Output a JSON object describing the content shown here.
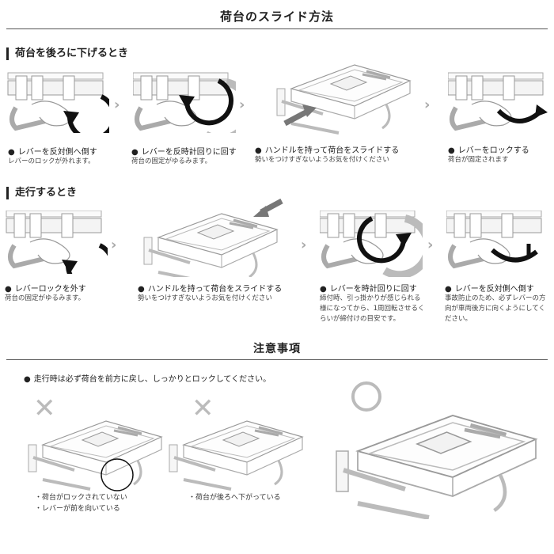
{
  "page_title": "荷台のスライド方法",
  "sections": [
    {
      "title": "荷台を後ろに下げるとき",
      "steps": [
        {
          "main": "レバーを反対側へ倒す",
          "sub": [
            "レバーのロックが外れます。"
          ]
        },
        {
          "main": "レバーを反時計回りに回す",
          "sub": [
            "荷台の固定がゆるみます。"
          ]
        },
        {
          "main": "ハンドルを持って荷台をスライドする",
          "sub": [
            "勢いをつけすぎないようお気を付けください"
          ]
        },
        {
          "main": "レバーをロックする",
          "sub": [
            "荷台が固定されます"
          ]
        }
      ]
    },
    {
      "title": "走行するとき",
      "steps": [
        {
          "main": "レバーロックを外す",
          "sub": [
            "荷台の固定がゆるみます。"
          ]
        },
        {
          "main": "ハンドルを持って荷台をスライドする",
          "sub": [
            "勢いをつけすぎないようお気を付けください"
          ]
        },
        {
          "main": "レバーを時計回りに回す",
          "sub": [
            "締付時、引っ掛かりが感じられる",
            "様になってから、1周回転させるく",
            "らいが締付けの目安です。"
          ]
        },
        {
          "main": "レバーを反対側へ倒す",
          "sub": [
            "事故防止のため、必ずレバーの方",
            "向が車両後方に向くようにしてく",
            "ださい。"
          ]
        }
      ]
    }
  ],
  "caution": {
    "title": "注意事項",
    "note": "走行時は必ず荷台を前方に戻し、しっかりとロックしてください。",
    "bad_mark": "✕",
    "good_mark": "○",
    "examples": [
      {
        "bullets": [
          "荷台がロックされていない",
          "レバーが前を向いている"
        ]
      },
      {
        "bullets": [
          "荷台が後ろへ下がっている"
        ]
      }
    ]
  },
  "icons": {
    "step_arrow": "chevron-right-icon",
    "step_bullet": "filled-circle-icon",
    "rotate_ccw": "rotate-ccw-icon",
    "rotate_cw": "rotate-cw-icon",
    "slide_arrow": "slide-arrow-icon"
  },
  "colors": {
    "arrow_gray": "#aaaaaa",
    "rotation_black": "#111111",
    "illustration_line": "#999999"
  }
}
